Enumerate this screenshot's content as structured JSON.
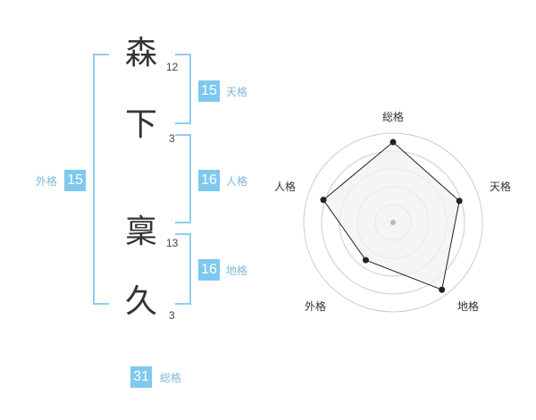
{
  "name": {
    "chars": [
      {
        "char": "森",
        "strokes": "12"
      },
      {
        "char": "下",
        "strokes": "3"
      },
      {
        "char": "稟",
        "strokes": "13"
      },
      {
        "char": "久",
        "strokes": "3"
      }
    ]
  },
  "fortunes": {
    "tenkaku": {
      "value": "15",
      "label": "天格"
    },
    "jinkaku": {
      "value": "16",
      "label": "人格"
    },
    "chikaku": {
      "value": "16",
      "label": "地格"
    },
    "gaikaku": {
      "value": "15",
      "label": "外格"
    },
    "soukaku": {
      "value": "31",
      "label": "総格"
    }
  },
  "colors": {
    "badge": "#7fc8ef",
    "bracket": "#8fcdf0",
    "label": "#7fb8da",
    "radar_fill": "#f2f2f2",
    "radar_ring": "#cccccc",
    "radar_line": "#222222"
  },
  "chart_data": {
    "type": "radar",
    "axes": [
      "総格",
      "天格",
      "地格",
      "外格",
      "人格"
    ],
    "values": [
      0.9,
      0.78,
      0.93,
      0.52,
      0.82
    ],
    "rings": 5,
    "max": 1
  }
}
